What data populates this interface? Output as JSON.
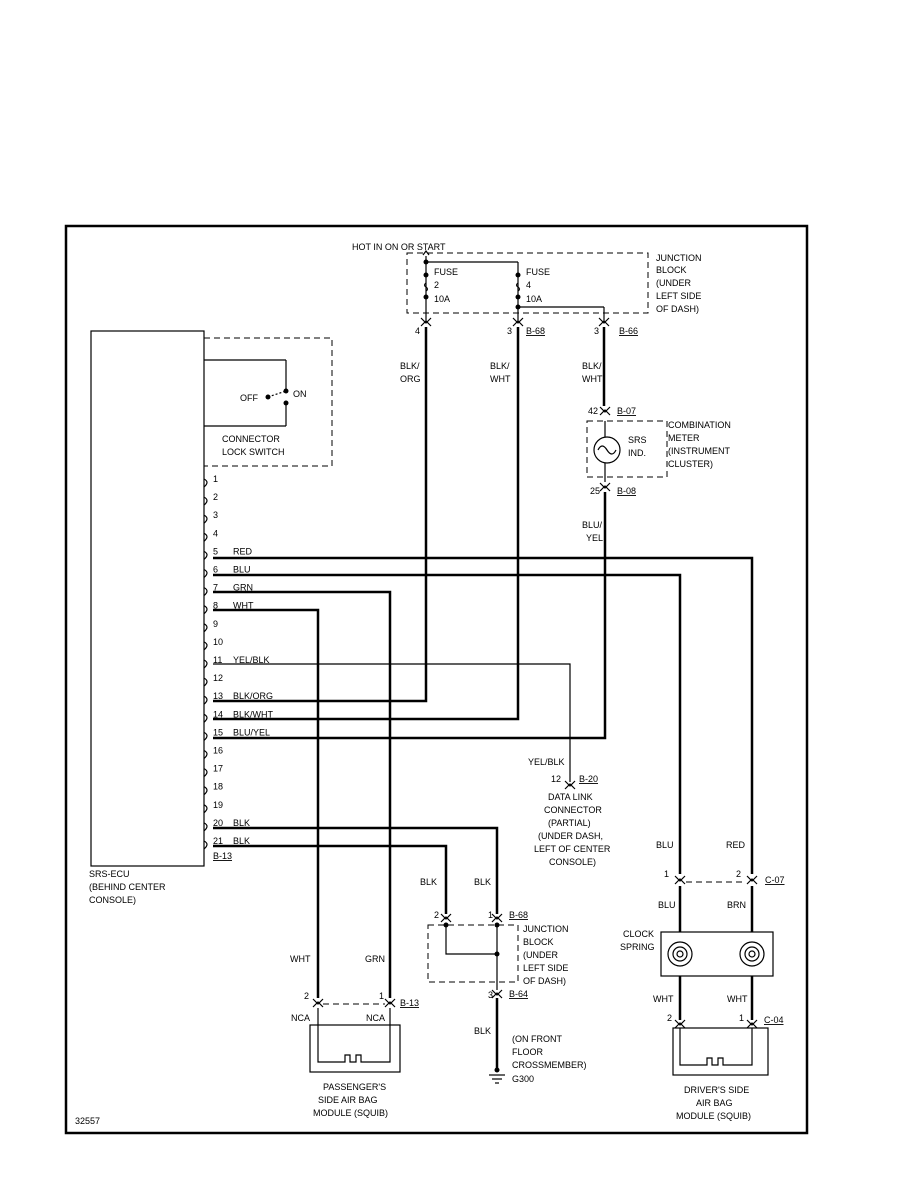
{
  "figure_id": "32557",
  "power": {
    "label": "HOT IN ON OR START"
  },
  "junction_block_top": {
    "label": [
      "JUNCTION",
      "BLOCK",
      "(UNDER",
      "LEFT SIDE",
      "OF DASH)"
    ],
    "fuse_a": [
      "FUSE",
      "2",
      "10A"
    ],
    "fuse_b": [
      "FUSE",
      "4",
      "10A"
    ],
    "pin_a": "4",
    "pin_b": "3",
    "pin_c": "3",
    "conn_b": "B-68",
    "conn_c": "B-66"
  },
  "wires_top": {
    "a": [
      "BLK/",
      "ORG"
    ],
    "b": [
      "BLK/",
      "WHT"
    ],
    "c": [
      "BLK/",
      "WHT"
    ]
  },
  "combination_meter": {
    "label": [
      "COMBINATION",
      "METER",
      "(INSTRUMENT",
      "CLUSTER)"
    ],
    "lamp": [
      "SRS",
      "IND."
    ],
    "pin_top": "42",
    "conn_top": "B-07",
    "pin_bottom": "25",
    "conn_bottom": "B-08",
    "wire_out": [
      "BLU/",
      "YEL"
    ]
  },
  "connector_lock": {
    "label": [
      "CONNECTOR",
      "LOCK SWITCH"
    ],
    "off": "OFF",
    "on": "ON"
  },
  "ecu": {
    "label": [
      "SRS-ECU",
      "(BEHIND CENTER",
      "CONSOLE)"
    ],
    "connector": "B-13",
    "pins": [
      {
        "n": "1",
        "c": ""
      },
      {
        "n": "2",
        "c": ""
      },
      {
        "n": "3",
        "c": ""
      },
      {
        "n": "4",
        "c": ""
      },
      {
        "n": "5",
        "c": "RED"
      },
      {
        "n": "6",
        "c": "BLU"
      },
      {
        "n": "7",
        "c": "GRN"
      },
      {
        "n": "8",
        "c": "WHT"
      },
      {
        "n": "9",
        "c": ""
      },
      {
        "n": "10",
        "c": ""
      },
      {
        "n": "11",
        "c": "YEL/BLK"
      },
      {
        "n": "12",
        "c": ""
      },
      {
        "n": "13",
        "c": "BLK/ORG"
      },
      {
        "n": "14",
        "c": "BLK/WHT"
      },
      {
        "n": "15",
        "c": "BLU/YEL"
      },
      {
        "n": "16",
        "c": ""
      },
      {
        "n": "17",
        "c": ""
      },
      {
        "n": "18",
        "c": ""
      },
      {
        "n": "19",
        "c": ""
      },
      {
        "n": "20",
        "c": "BLK"
      },
      {
        "n": "21",
        "c": "BLK"
      }
    ]
  },
  "dlc": {
    "wire": "YEL/BLK",
    "pin": "12",
    "conn": "B-20",
    "label": [
      "DATA LINK",
      "CONNECTOR",
      "(PARTIAL)",
      "(UNDER DASH,",
      "LEFT OF CENTER",
      "CONSOLE)"
    ]
  },
  "junction_block_bottom": {
    "label": [
      "JUNCTION",
      "BLOCK",
      "(UNDER",
      "LEFT SIDE",
      "OF DASH)"
    ],
    "wire_left": "BLK",
    "wire_right": "BLK",
    "pin_left": "2",
    "pin_right": "1",
    "conn_top": "B-68",
    "pin_bottom": "3",
    "conn_bottom": "B-64",
    "wire_out": "BLK"
  },
  "ground": {
    "label": [
      "(ON FRONT",
      "FLOOR",
      "CROSSMEMBER)",
      "G300"
    ]
  },
  "passenger_module": {
    "label": [
      "PASSENGER'S",
      "SIDE AIR BAG",
      "MODULE (SQUIB)"
    ],
    "wire_left": "WHT",
    "wire_right": "GRN",
    "pin_left": "2",
    "pin_right": "1",
    "conn": "B-13",
    "nca_left": "NCA",
    "nca_right": "NCA"
  },
  "clock_spring": {
    "label": [
      "CLOCK",
      "SPRING"
    ],
    "wire_in_left": "BLU",
    "wire_in_right": "RED",
    "pin_left": "1",
    "pin_right": "2",
    "conn": "C-07",
    "wire_mid_left": "BLU",
    "wire_mid_right": "BRN",
    "wire_out_left": "WHT",
    "wire_out_right": "WHT"
  },
  "driver_module": {
    "label": [
      "DRIVER'S SIDE",
      "AIR BAG",
      "MODULE (SQUIB)"
    ],
    "pin_left": "2",
    "pin_right": "1",
    "conn": "C-04"
  }
}
